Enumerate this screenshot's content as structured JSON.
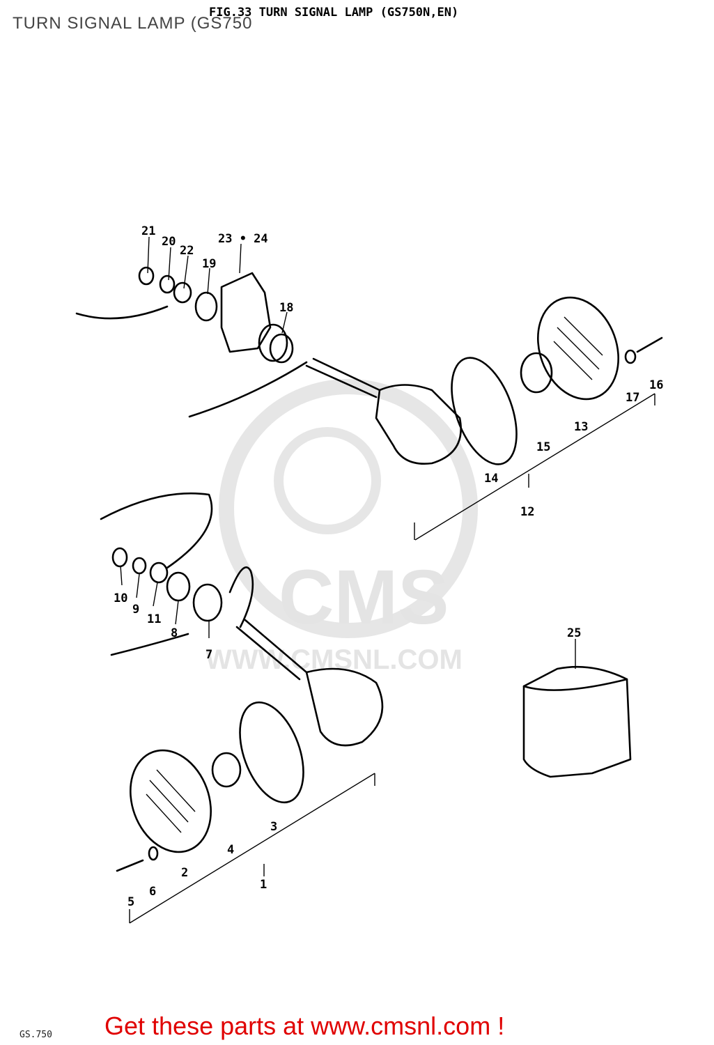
{
  "header": {
    "figure_title": "FIG.33  TURN SIGNAL LAMP (GS750N,EN)",
    "overlay_title": "TURN SIGNAL LAMP (GS750"
  },
  "watermark": {
    "logo_text": "CMS",
    "url_text": "WWW.CMSNL.COM"
  },
  "callouts": {
    "c1": "1",
    "c2": "2",
    "c3": "3",
    "c4": "4",
    "c5": "5",
    "c6": "6",
    "c7": "7",
    "c8": "8",
    "c9": "9",
    "c10": "10",
    "c11": "11",
    "c12": "12",
    "c13": "13",
    "c14": "14",
    "c15": "15",
    "c16": "16",
    "c17": "17",
    "c18": "18",
    "c19": "19",
    "c20": "20",
    "c21": "21",
    "c22": "22",
    "c23_24": "23 • 24",
    "c25": "25"
  },
  "footer": {
    "model_code": "GS.750",
    "cta": "Get these parts at www.cmsnl.com !"
  }
}
